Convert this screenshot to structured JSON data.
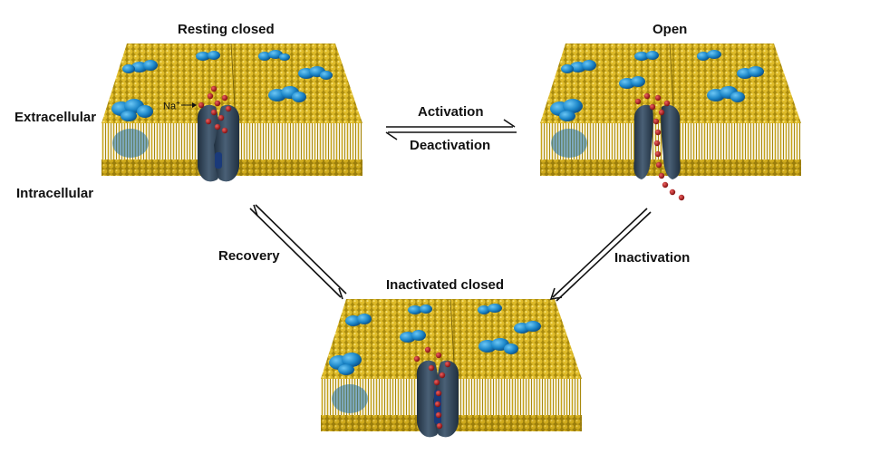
{
  "states": {
    "resting_closed": "Resting closed",
    "open": "Open",
    "inactivated_closed": "Inactivated closed"
  },
  "sides": {
    "extracellular": "Extracellular",
    "intracellular": "Intracellular"
  },
  "ion": {
    "symbol": "Na",
    "charge": "+"
  },
  "transitions": {
    "activation": "Activation",
    "deactivation": "Deactivation",
    "recovery": "Recovery",
    "inactivation": "Inactivation"
  },
  "colors": {
    "lipid_head": "#d4b020",
    "lipid_tail": "#b89510",
    "protein_blue": "#1c86c8",
    "channel": "#34495e",
    "channel_pore": "#1a3a7a",
    "ion": "#b01818",
    "arrow": "#111111"
  },
  "icons": [
    "membrane-slab",
    "sodium-channel",
    "sodium-ion",
    "membrane-protein",
    "reaction-arrow"
  ]
}
